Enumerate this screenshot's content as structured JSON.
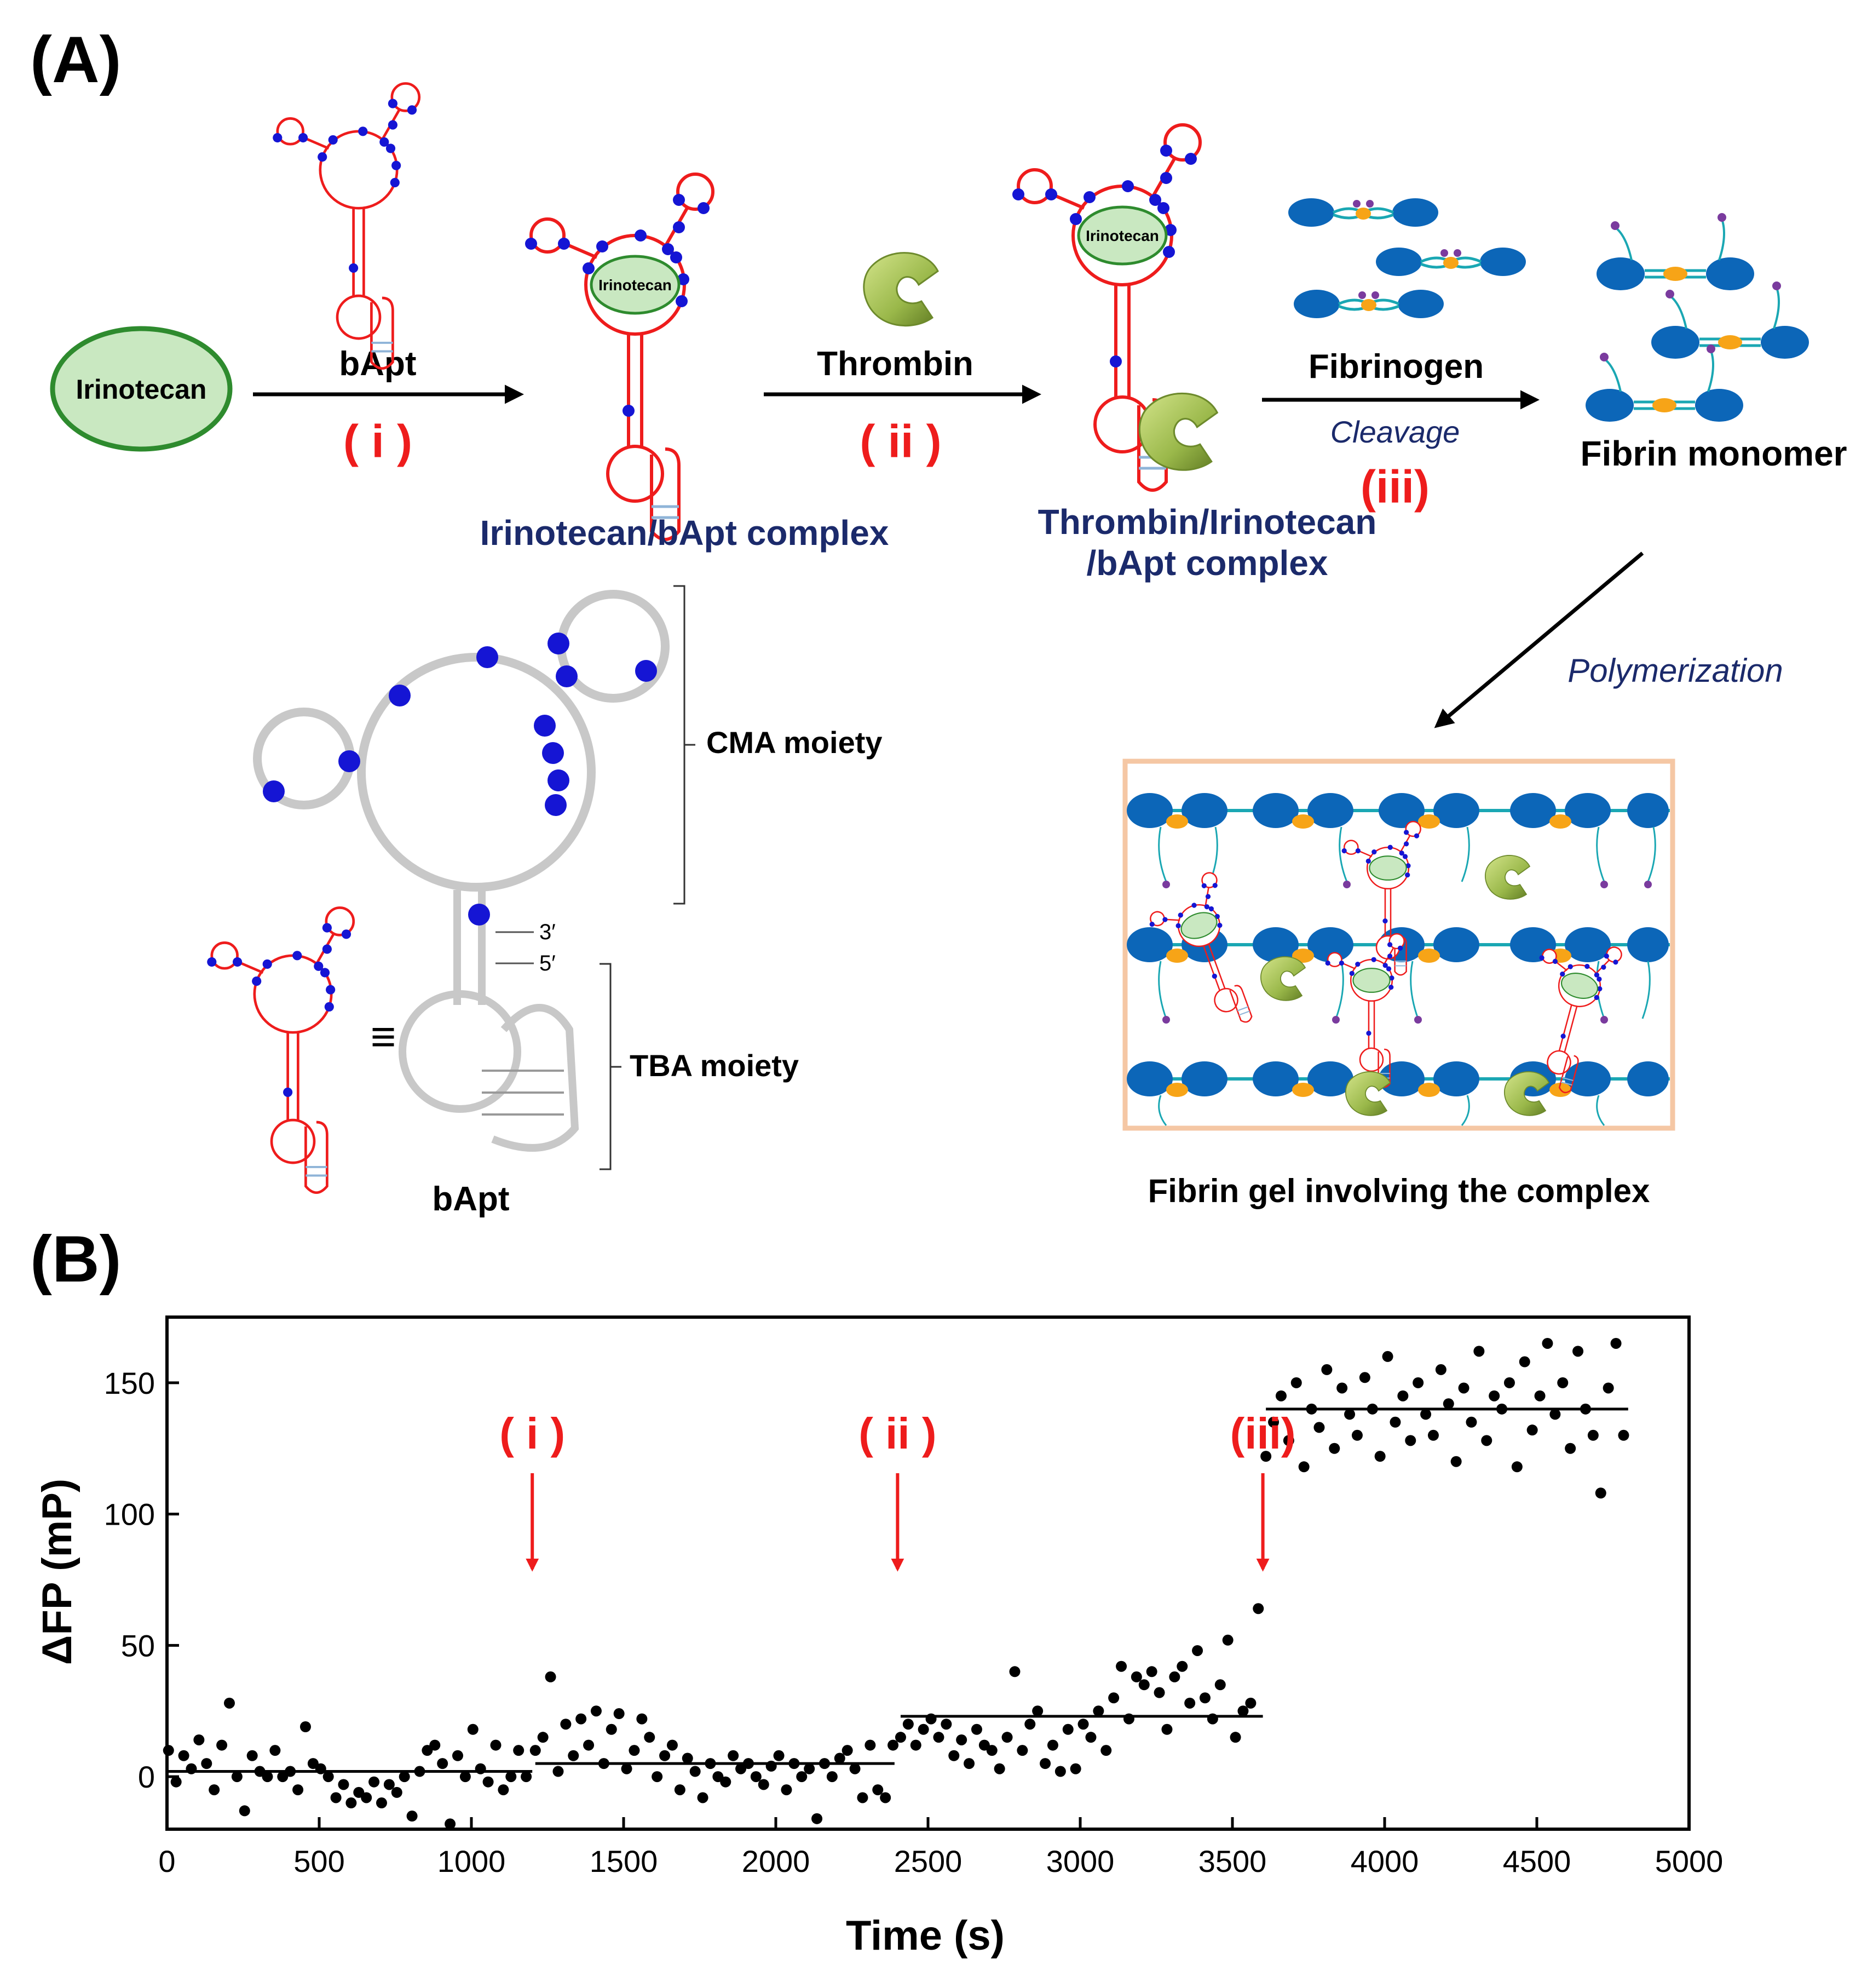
{
  "panelA": {
    "label": "(A)",
    "irinotecan": "Irinotecan",
    "irinotecan_small": "Irinotecan",
    "bapt_label": "bApt",
    "step_i": "( i )",
    "step_ii": "( ii )",
    "step_iii": "(iii)",
    "thrombin_label": "Thrombin",
    "fibrinogen_label": "Fibrinogen",
    "cleavage": "Cleavage",
    "fibrin_monomer": "Fibrin monomer",
    "complex1": "Irinotecan/bApt complex",
    "complex2_line1": "Thrombin/Irinotecan",
    "complex2_line2": "/bApt complex",
    "polymerization": "Polymerization",
    "cma_moiety": "CMA moiety",
    "tba_moiety": "TBA moiety",
    "equiv": "≡",
    "bapt_bottom": "bApt",
    "three_prime": "3′",
    "five_prime": "5′",
    "fibrin_gel": "Fibrin gel involving the complex",
    "colors": {
      "aptamer": "#ee1c1c",
      "modified": "#1515d4",
      "protein": "#0c66b8",
      "linker": "#1aa7b3",
      "cleave_site": "#f7a417",
      "label_blue": "#1b2a6b",
      "thrombin": "#9ab84a"
    }
  },
  "panelB": {
    "label": "(B)",
    "markers": [
      {
        "label": "( i )",
        "time": 1200
      },
      {
        "label": "( ii )",
        "time": 2400
      },
      {
        "label": "(iii)",
        "time": 3600
      }
    ]
  },
  "chart_data": {
    "type": "scatter",
    "xlabel": "Time (s)",
    "ylabel": "ΔFP (mP)",
    "xlim": [
      0,
      5000
    ],
    "ylim": [
      -20,
      175
    ],
    "xticks": [
      0,
      500,
      1000,
      1500,
      2000,
      2500,
      3000,
      3500,
      4000,
      4500,
      5000
    ],
    "yticks": [
      0,
      50,
      100,
      150
    ],
    "grid": false,
    "series": [
      {
        "x": [
          5,
          30,
          55,
          80,
          105,
          130,
          155,
          180,
          205,
          230,
          255,
          280,
          305,
          330,
          355,
          380,
          405,
          430,
          455,
          480,
          505,
          530,
          555,
          580,
          605,
          630,
          655,
          680,
          705,
          730,
          755,
          780,
          805,
          830,
          855,
          880,
          905,
          930,
          955,
          980,
          1005,
          1030,
          1055,
          1080,
          1105,
          1130,
          1155,
          1180
        ],
        "y": [
          10,
          -2,
          8,
          3,
          14,
          5,
          -5,
          12,
          28,
          0,
          -13,
          8,
          2,
          0,
          10,
          0,
          2,
          -5,
          19,
          5,
          3,
          0,
          -8,
          -3,
          -10,
          -6,
          -8,
          -2,
          -10,
          -3,
          -6,
          0,
          -15,
          2,
          10,
          12,
          5,
          -18,
          8,
          0,
          18,
          3,
          -2,
          12,
          -5,
          0,
          10,
          0
        ]
      },
      {
        "x": [
          1210,
          1235,
          1260,
          1285,
          1310,
          1335,
          1360,
          1385,
          1410,
          1435,
          1460,
          1485,
          1510,
          1535,
          1560,
          1585,
          1610,
          1635,
          1660,
          1685,
          1710,
          1735,
          1760,
          1785,
          1810,
          1835,
          1860,
          1885,
          1910,
          1935,
          1960,
          1985,
          2010,
          2035,
          2060,
          2085,
          2110,
          2135,
          2160,
          2185,
          2210,
          2235,
          2260,
          2285,
          2310,
          2335,
          2360,
          2385
        ],
        "y": [
          10,
          15,
          38,
          2,
          20,
          8,
          22,
          12,
          25,
          5,
          18,
          24,
          3,
          10,
          22,
          15,
          0,
          8,
          12,
          -5,
          7,
          2,
          -8,
          5,
          0,
          -2,
          8,
          3,
          5,
          0,
          -3,
          4,
          8,
          -5,
          5,
          0,
          3,
          -16,
          5,
          0,
          7,
          10,
          3,
          -8,
          12,
          -5,
          -8,
          12
        ]
      },
      {
        "x": [
          2410,
          2435,
          2460,
          2485,
          2510,
          2535,
          2560,
          2585,
          2610,
          2635,
          2660,
          2685,
          2710,
          2735,
          2760,
          2785,
          2810,
          2835,
          2860,
          2885,
          2910,
          2935,
          2960,
          2985,
          3010,
          3035,
          3060,
          3085,
          3110,
          3135,
          3160,
          3185,
          3210,
          3235,
          3260,
          3285,
          3310,
          3335,
          3360,
          3385,
          3410,
          3435,
          3460,
          3485,
          3510,
          3535,
          3560,
          3585
        ],
        "y": [
          15,
          20,
          12,
          18,
          22,
          15,
          20,
          8,
          14,
          5,
          18,
          12,
          10,
          3,
          15,
          40,
          10,
          20,
          25,
          5,
          12,
          2,
          18,
          3,
          20,
          15,
          25,
          10,
          30,
          42,
          22,
          38,
          35,
          40,
          32,
          18,
          38,
          42,
          28,
          48,
          30,
          22,
          35,
          52,
          15,
          25,
          28,
          64
        ]
      },
      {
        "x": [
          3610,
          3635,
          3660,
          3685,
          3710,
          3735,
          3760,
          3785,
          3810,
          3835,
          3860,
          3885,
          3910,
          3935,
          3960,
          3985,
          4010,
          4035,
          4060,
          4085,
          4110,
          4135,
          4160,
          4185,
          4210,
          4235,
          4260,
          4285,
          4310,
          4335,
          4360,
          4385,
          4410,
          4435,
          4460,
          4485,
          4510,
          4535,
          4560,
          4585,
          4610,
          4635,
          4660,
          4685,
          4710,
          4735,
          4760,
          4785
        ],
        "y": [
          122,
          135,
          145,
          128,
          150,
          118,
          140,
          133,
          155,
          125,
          148,
          138,
          130,
          152,
          140,
          122,
          160,
          135,
          145,
          128,
          150,
          138,
          130,
          155,
          142,
          120,
          148,
          135,
          162,
          128,
          145,
          140,
          150,
          118,
          158,
          132,
          145,
          165,
          138,
          150,
          125,
          162,
          140,
          130,
          108,
          148,
          165,
          130
        ]
      }
    ],
    "fit_lines": [
      {
        "x": [
          0,
          1200
        ],
        "y": [
          2,
          2
        ]
      },
      {
        "x": [
          1210,
          2390
        ],
        "y": [
          5,
          5
        ]
      },
      {
        "x": [
          2410,
          3600
        ],
        "y": [
          23,
          23
        ]
      },
      {
        "x": [
          3610,
          4800
        ],
        "y": [
          140,
          140
        ]
      }
    ]
  }
}
